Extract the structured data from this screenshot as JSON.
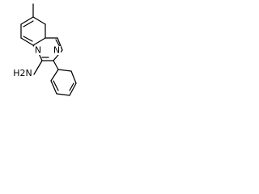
{
  "molecule": {
    "labels": {
      "ring_n_top": "N",
      "ring_n_bottom": "N",
      "amine": "H2N"
    }
  },
  "colors": {
    "bond": "#000000",
    "background": "#ffffff"
  }
}
